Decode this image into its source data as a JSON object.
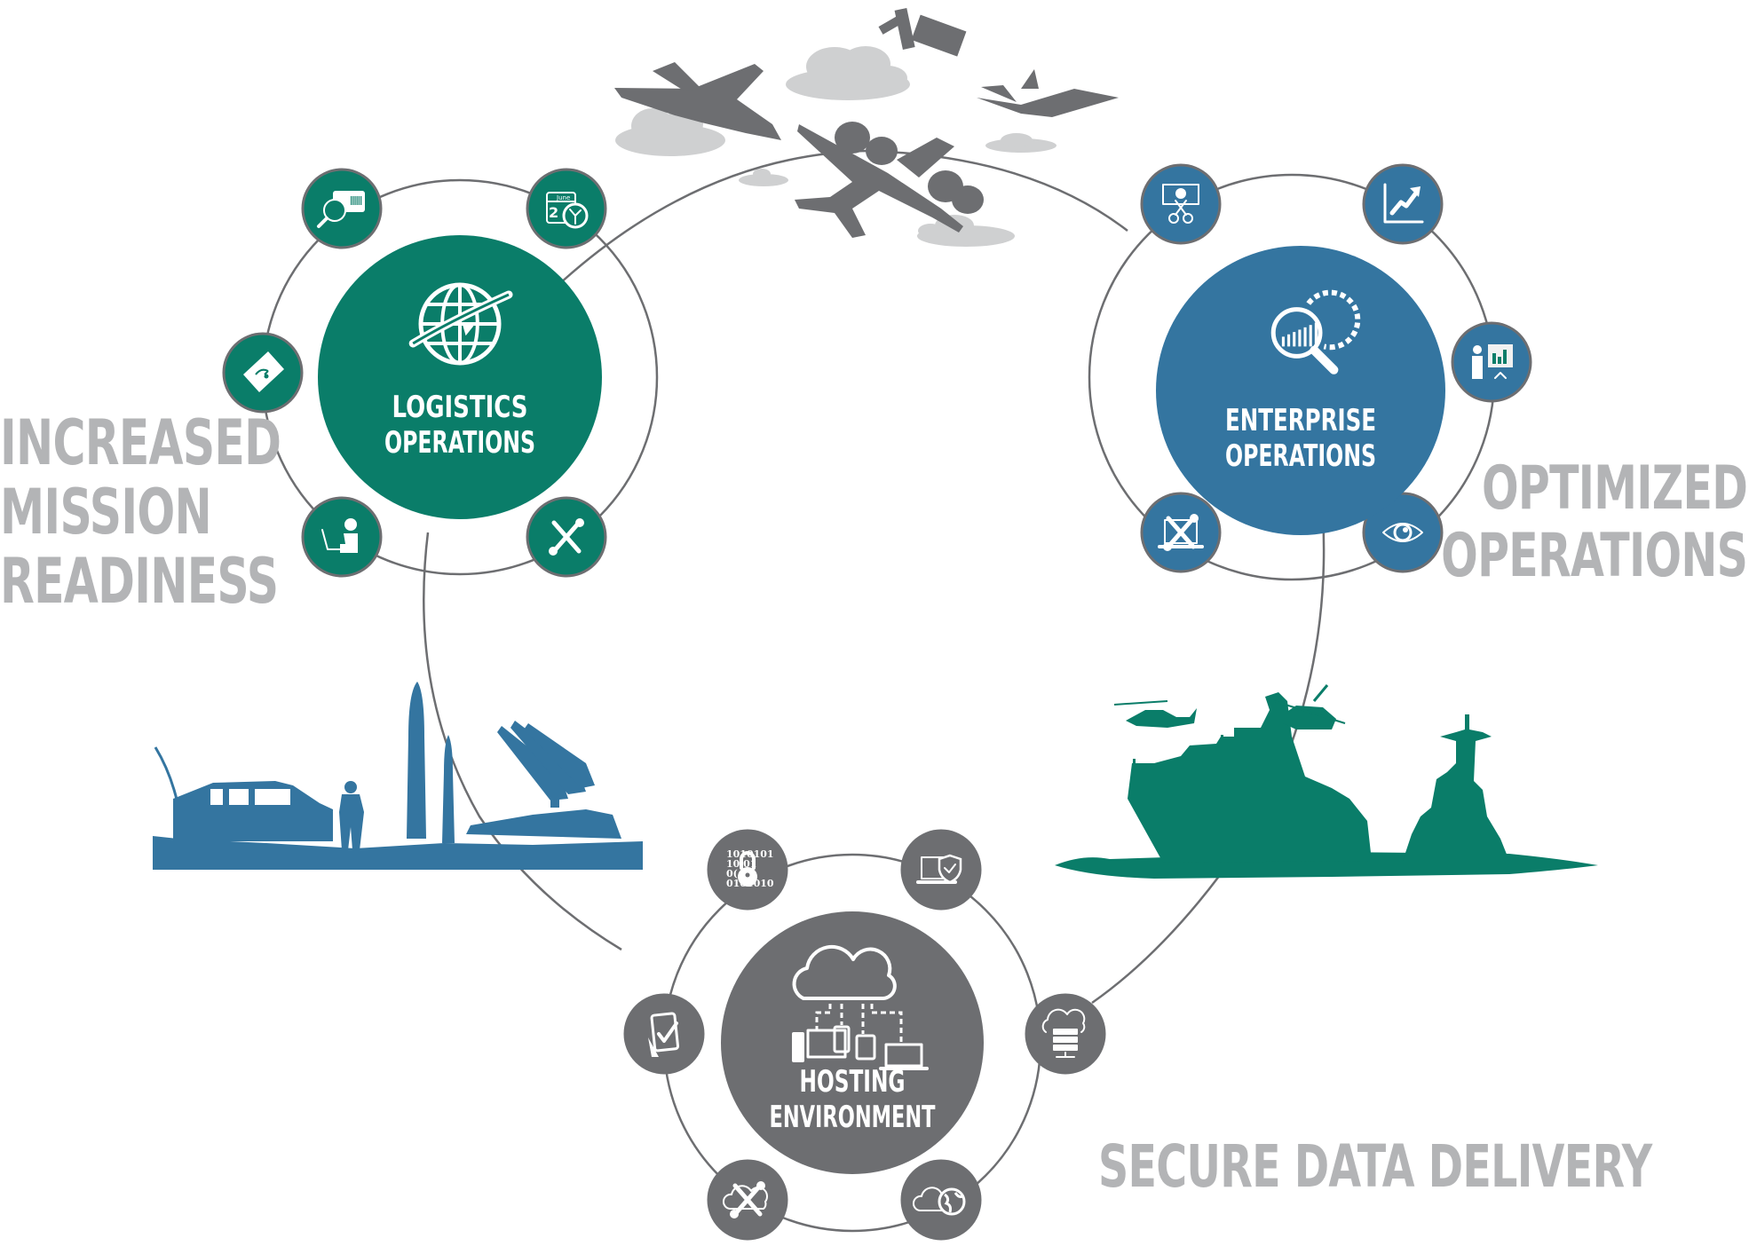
{
  "diagram": {
    "title": "Operations cycle diagram",
    "connector_color": "#6d6e71",
    "hubs": [
      {
        "id": "logistics",
        "label_line1": "LOGISTICS",
        "label_line2": "OPERATIONS",
        "color": "#0a7d69",
        "center_icon": "globe-arrow-icon",
        "satellites": [
          {
            "icon": "barcode-card-magnifier-icon"
          },
          {
            "icon": "calendar-clock-icon",
            "text": "June"
          },
          {
            "icon": "tactical-map-icon"
          },
          {
            "icon": "person-laptop-icon"
          },
          {
            "icon": "wrench-screwdriver-icon"
          }
        ]
      },
      {
        "id": "enterprise",
        "label_line1": "ENTERPRISE",
        "label_line2": "OPERATIONS",
        "color": "#3475a0",
        "center_icon": "magnifier-chart-gear-icon",
        "satellites": [
          {
            "icon": "money-scissors-icon"
          },
          {
            "icon": "growth-chart-arrow-icon"
          },
          {
            "icon": "presenter-chart-icon"
          },
          {
            "icon": "laptop-tools-icon"
          },
          {
            "icon": "eye-icon"
          }
        ]
      },
      {
        "id": "hosting",
        "label_line1": "HOSTING",
        "label_line2": "ENVIRONMENT",
        "color": "#6d6e71",
        "center_icon": "cloud-devices-icon",
        "satellites": [
          {
            "icon": "binary-lock-icon",
            "text": [
              "1010101",
              "10   01",
              "0(   10",
              "0101010"
            ]
          },
          {
            "icon": "laptop-shield-check-icon"
          },
          {
            "icon": "tablet-checkmark-icon"
          },
          {
            "icon": "cloud-server-icon"
          },
          {
            "icon": "cloud-tools-icon"
          },
          {
            "icon": "cloud-globe-icon"
          }
        ]
      }
    ],
    "outcomes": [
      {
        "id": "readiness",
        "text": "INCREASED\nMISSION\nREADINESS"
      },
      {
        "id": "optimized",
        "text": "OPTIMIZED\nOPERATIONS"
      },
      {
        "id": "secure",
        "text": "SECURE DATA DELIVERY"
      }
    ],
    "scenes": [
      {
        "id": "air",
        "description": "Fighter jets, AWACS aircraft, satellite and clouds",
        "color": "#6d6e71",
        "cloud_color": "#cfd0d1"
      },
      {
        "id": "land",
        "description": "Humvee, soldier, missiles and launcher",
        "color": "#3475a0"
      },
      {
        "id": "sea",
        "description": "Warships and helicopters on water",
        "color": "#0a7d69"
      }
    ]
  }
}
